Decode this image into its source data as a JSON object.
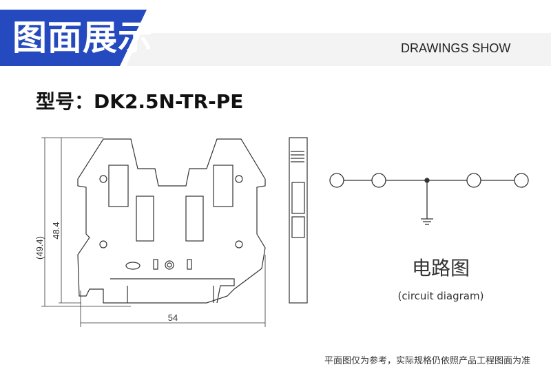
{
  "header": {
    "title": "图面展示",
    "subtitle": "DRAWINGS SHOW",
    "accent": "#2549bf",
    "band": "#f3f3f3"
  },
  "model": {
    "label": "型号：DK2.5N-TR-PE"
  },
  "drawing": {
    "dim_height_ref": "(49.4)",
    "dim_height": "48.4",
    "dim_width": "54"
  },
  "circuit": {
    "title": "电路图",
    "subtitle": "(circuit diagram)"
  },
  "note": "平面图仅为参考，实际规格仍依照产品工程图面为准"
}
